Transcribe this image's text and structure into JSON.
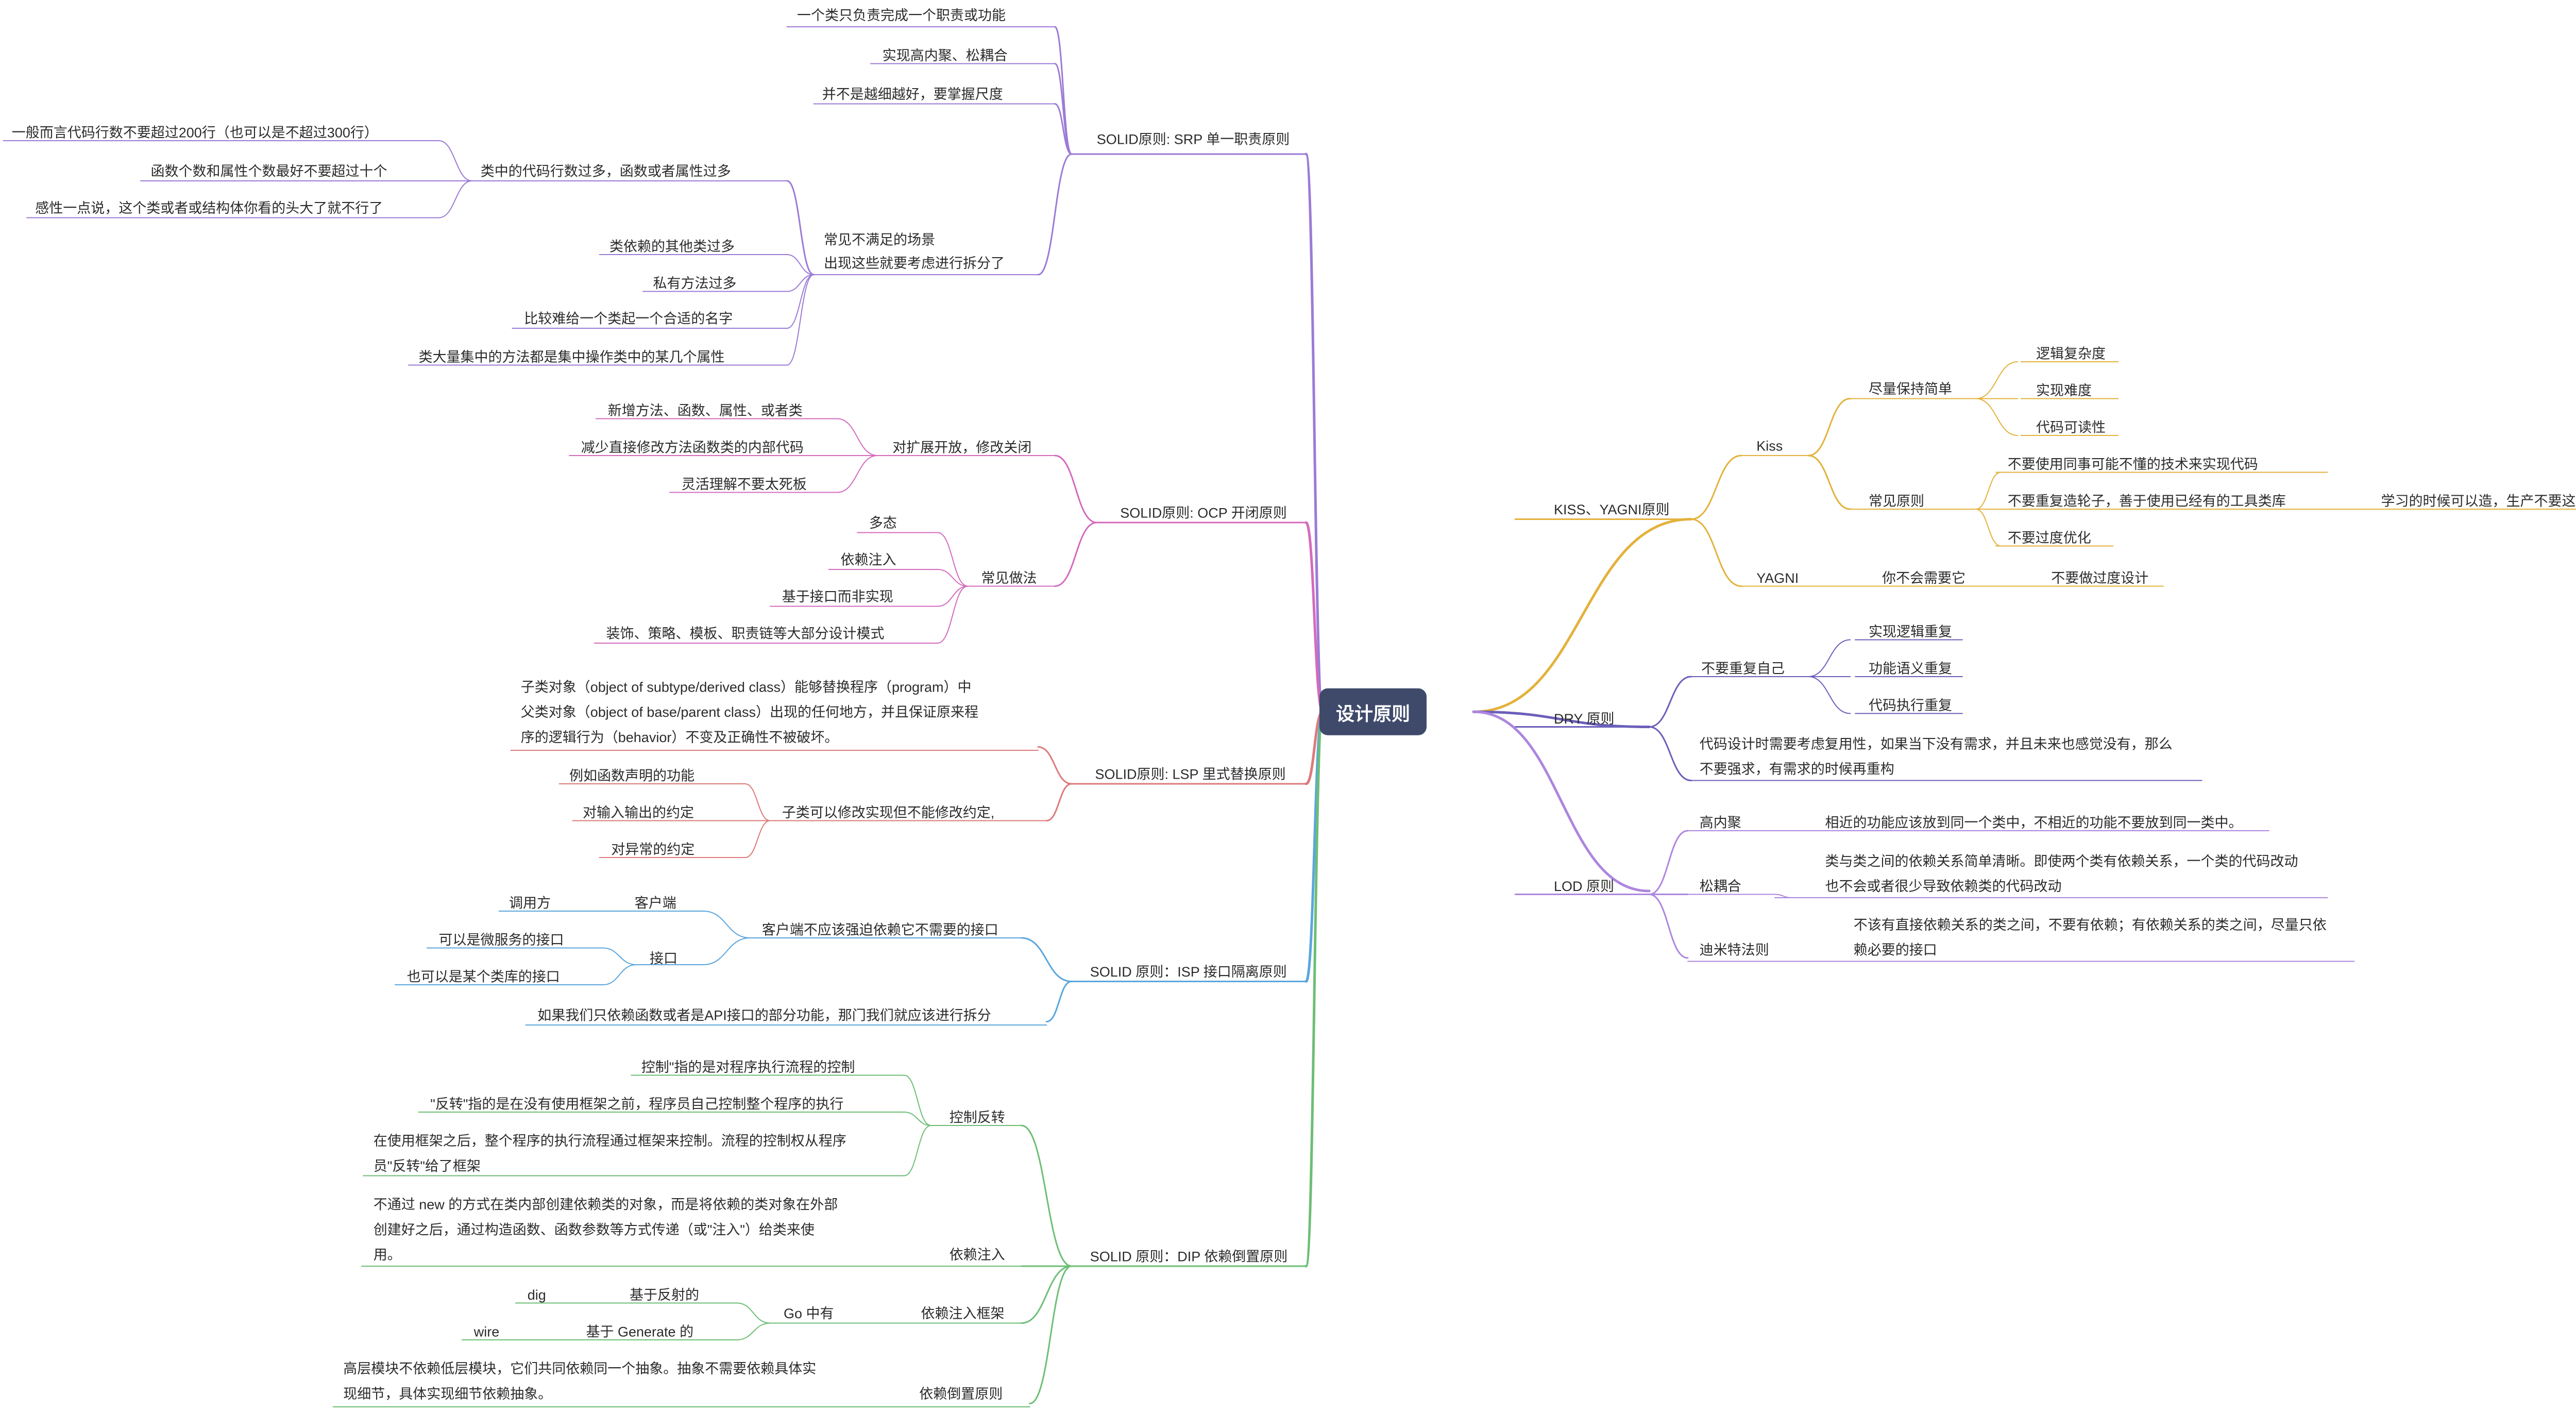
{
  "colors": {
    "srp": "#9b7bd6",
    "ocp": "#d46bbd",
    "lsp": "#de7a7a",
    "isp": "#5ba6dd",
    "dip": "#6dbe76",
    "kiss": "#e3b23c",
    "dry": "#6b5fba",
    "lod": "#ad86de",
    "root_bg": "#3f4a6b"
  },
  "root": {
    "label": "设计原则"
  },
  "srp": {
    "label": "SOLID原则: SRP 单一职责原则",
    "l1": "一个类只负责完成一个职责或功能",
    "l2": "实现高内聚、松耦合",
    "l3": "并不是越细越好，要掌握尺度",
    "scene_line1": "常见不满足的场景",
    "scene_line2": "出现这些就要考虑进行拆分了",
    "sub": "类中的代码行数过多，函数或者属性过多",
    "s1": "一般而言代码行数不要超过200行（也可以是不超过300行）",
    "s2": "函数个数和属性个数最好不要超过十个",
    "s3": "感性一点说，这个类或者或结构体你看的头大了就不行了",
    "c1": "类依赖的其他类过多",
    "c2": "私有方法过多",
    "c3": "比较难给一个类起一个合适的名字",
    "c4": "类大量集中的方法都是集中操作类中的某几个属性"
  },
  "ocp": {
    "label": "SOLID原则: OCP 开闭原则",
    "open": "对扩展开放，修改关闭",
    "o1": "新增方法、函数、属性、或者类",
    "o2": "减少直接修改方法函数类的内部代码",
    "o3": "灵活理解不要太死板",
    "common": "常见做法",
    "p1": "多态",
    "p2": "依赖注入",
    "p3": "基于接口而非实现",
    "p4": "装饰、策略、模板、职责链等大部分设计模式"
  },
  "lsp": {
    "label": "SOLID原则: LSP 里式替换原则",
    "d1": "子类对象（object of subtype/derived class）能够替换程序（program）中",
    "d2": "父类对象（object of base/parent class）出现的任何地方，并且保证原来程",
    "d3": "序的逻辑行为（behavior）不变及正确性不被破坏。",
    "sub": "子类可以修改实现但不能修改约定,",
    "a1": "例如函数声明的功能",
    "a2": "对输入输出的约定",
    "a3": "对异常的约定"
  },
  "isp": {
    "label": "SOLID 原则：ISP 接口隔离原则",
    "sub": "客户端不应该强迫依赖它不需要的接口",
    "client": "客户端",
    "caller": "调用方",
    "iface": "接口",
    "i1": "可以是微服务的接口",
    "i2": "也可以是某个类库的接口",
    "note": "如果我们只依赖函数或者是API接口的部分功能，那门我们就应该进行拆分"
  },
  "dip": {
    "label": "SOLID 原则：DIP 依赖倒置原则",
    "ioc": "控制反转",
    "ioc1": "控制\"指的是对程序执行流程的控制",
    "ioc2": "\"反转\"指的是在没有使用框架之前，程序员自己控制整个程序的执行",
    "ioc3a": "在使用框架之后，整个程序的执行流程通过框架来控制。流程的控制权从程序",
    "ioc3b": "员\"反转\"给了框架",
    "di": "依赖注入",
    "di1": "不通过 new 的方式在类内部创建依赖类的对象，而是将依赖的类对象在外部",
    "di2": "创建好之后，通过构造函数、函数参数等方式传递（或\"注入\"）给类来使",
    "di3": "用。",
    "fw": "依赖注入框架",
    "go": "Go 中有",
    "g1": "基于反射的",
    "g1v": "dig",
    "g2": "基于 Generate 的",
    "g2v": "wire",
    "dp": "依赖倒置原则",
    "dp1": "高层模块不依赖低层模块，它们共同依赖同一个抽象。抽象不需要依赖具体实",
    "dp2": "现细节，具体实现细节依赖抽象。"
  },
  "kiss": {
    "label": "KISS、YAGNI原则",
    "kiss": "Kiss",
    "simple": "尽量保持简单",
    "k1": "逻辑复杂度",
    "k2": "实现难度",
    "k3": "代码可读性",
    "common": "常见原则",
    "c1": "不要使用同事可能不懂的技术来实现代码",
    "c2": "不要重复造轮子，善于使用已经有的工具类库",
    "c2note": "学习的时候可以造，生产不要这么搞",
    "c3": "不要过度优化",
    "yagni": "YAGNI",
    "y1": "你不会需要它",
    "y2": "不要做过度设计"
  },
  "dry": {
    "label": "DRY 原则",
    "self": "不要重复自己",
    "r1": "实现逻辑重复",
    "r2": "功能语义重复",
    "r3": "代码执行重复",
    "note1": "代码设计时需要考虑复用性，如果当下没有需求，并且未来也感觉没有，那么",
    "note2": "不要强求，有需求的时候再重构"
  },
  "lod": {
    "label": "LOD 原则",
    "hc": "高内聚",
    "hc1": "相近的功能应该放到同一个类中，不相近的功能不要放到同一类中。",
    "lc": "松耦合",
    "lc1": "类与类之间的依赖关系简单清晰。即使两个类有依赖关系，一个类的代码改动",
    "lc2": "也不会或者很少导致依赖类的代码改动",
    "dm": "迪米特法则",
    "dm1": "不该有直接依赖关系的类之间，不要有依赖；有依赖关系的类之间，尽量只依",
    "dm2": "赖必要的接口"
  }
}
